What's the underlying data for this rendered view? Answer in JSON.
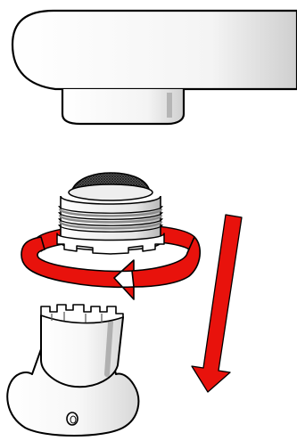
{
  "diagram": {
    "kind": "illustration",
    "components": [
      {
        "id": "faucet-spout",
        "label": ""
      },
      {
        "id": "aerator-insert",
        "label": ""
      },
      {
        "id": "rotation-arrow",
        "label": "",
        "direction": "counterclockwise"
      },
      {
        "id": "removal-arrow",
        "label": "",
        "direction": "down"
      },
      {
        "id": "aerator-key",
        "label": ""
      }
    ],
    "colors": {
      "outline": "#000000",
      "fill": "#ffffff",
      "shade": "#d6d6d6",
      "dark_shade": "#9a9a9a",
      "arrow": "#e8120c",
      "screen": "#3c3c3c"
    }
  }
}
